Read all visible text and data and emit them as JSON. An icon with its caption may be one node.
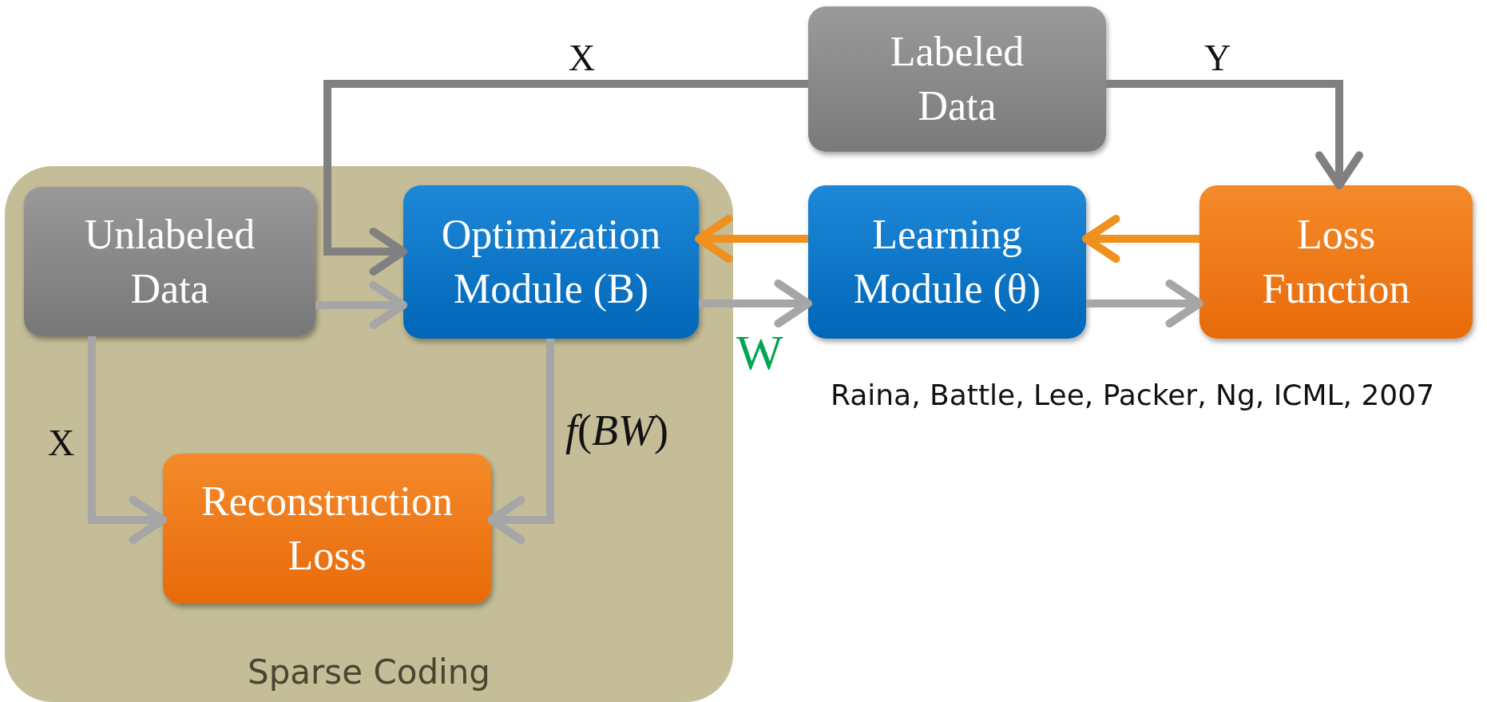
{
  "diagram": {
    "nodes": [
      {
        "text": [
          "Labeled Data"
        ]
      },
      {
        "text": [
          "Sparse Coding"
        ]
      },
      {
        "text": [
          "Unlabeled Data"
        ],
        "in": 1
      },
      {
        "text": [
          "Optimization Module (B)"
        ],
        "in": 1
      },
      {
        "text": [
          "Learning Module (θ)"
        ]
      },
      {
        "text": [
          "Loss Function"
        ]
      },
      {
        "text": [
          "Reconstruction Loss"
        ],
        "in": 1
      }
    ],
    "edges": [
      {
        "from": 0,
        "to": 3,
        "arrow": "to",
        "label": "X",
        "color": "#808080"
      },
      {
        "from": 0,
        "to": 5,
        "arrow": "to",
        "label": "Y",
        "color": "#808080"
      },
      {
        "from": 2,
        "to": 3,
        "arrow": "to"
      },
      {
        "from": 3,
        "to": 4,
        "arrow": "to",
        "label": "W"
      },
      {
        "from": 4,
        "to": 5,
        "arrow": "to"
      },
      {
        "from": 5,
        "to": 4,
        "arrow": "to",
        "color": "#f0901e"
      },
      {
        "from": 4,
        "to": 3,
        "arrow": "to",
        "color": "#f0901e"
      },
      {
        "from": 2,
        "to": 6,
        "arrow": "to",
        "label": "X"
      },
      {
        "from": 3,
        "to": 6,
        "arrow": "to",
        "label": "*f*(*BW*)"
      }
    ],
    "labels": [
      "Raina, Battle, Lee, Packer, Ng, ICML, 2007"
    ]
  }
}
